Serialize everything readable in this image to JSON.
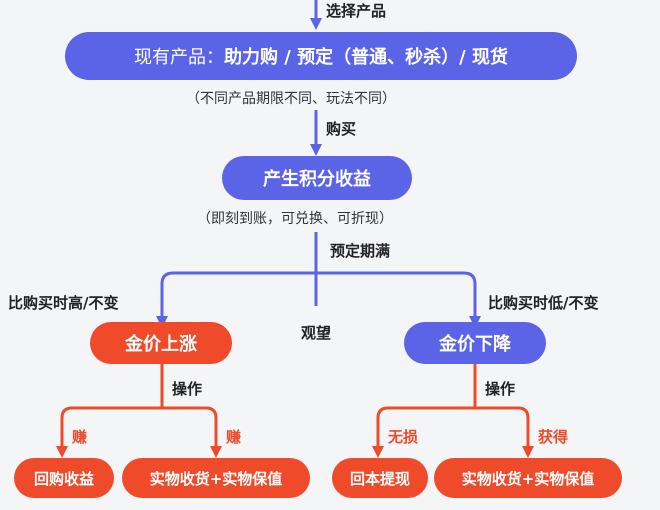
{
  "steps": {
    "choose_product": "选择产品",
    "buy": "购买",
    "term_end": "预定期满",
    "wait": "观望",
    "operate_left": "操作",
    "operate_right": "操作"
  },
  "products_box": {
    "prefix": "现有产品：",
    "items": "助力购 / 预定（普通、秒杀）/ 现货"
  },
  "products_note": "（不同产品期限不同、玩法不同）",
  "points_box": "产生积分收益",
  "points_note": "（即刻到账，可兑换、可折现）",
  "conditions": {
    "higher": "比购买时高/不变",
    "lower": "比购买时低/不变"
  },
  "price_up": "金价上涨",
  "price_down": "金价下降",
  "branch_labels": {
    "earn_1": "赚",
    "earn_2": "赚",
    "no_loss": "无损",
    "gain": "获得"
  },
  "outcomes": {
    "buyback": "回购收益",
    "deliver_left": "实物收货+实物保值",
    "principal": "回本提现",
    "deliver_right": "实物收货+实物保值"
  },
  "colors": {
    "blue": "#5b63e6",
    "red": "#ef4a2a"
  }
}
